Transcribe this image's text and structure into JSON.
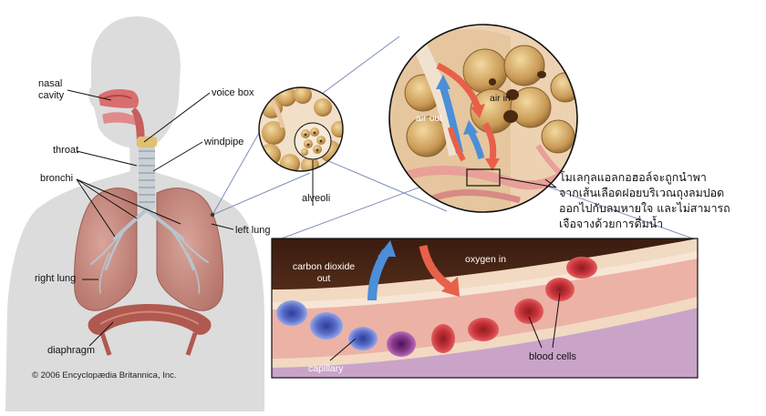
{
  "labels": {
    "nasal_cavity": [
      "nasal",
      "cavity"
    ],
    "voice_box": "voice box",
    "windpipe": "windpipe",
    "throat": "throat",
    "bronchi": "bronchi",
    "left_lung": "left lung",
    "right_lung": "right lung",
    "diaphragm": "diaphragm",
    "alveoli": "alveoli",
    "air_in": "air in",
    "air_out": "air out",
    "carbon_dioxide_out": [
      "carbon dioxide",
      "out"
    ],
    "oxygen_in": "oxygen in",
    "capillary": "capillary",
    "blood_cells": "blood cells"
  },
  "note_lines": [
    "โมเลกุลแอลกอฮอล์จะถูกนำพา",
    "จากเส้นเลือดฝอยบริเวณถุงลมปอด",
    "ออกไปกับลมหายใจ และไม่สามารถ",
    "เจือจางด้วยการดื่มน้ำ"
  ],
  "copyright": "© 2006 Encyclopædia Britannica, Inc.",
  "colors": {
    "body_silhouette": "#d9d9d9",
    "lung_tissue": "#c98d80",
    "diaphragm": "#b0594f",
    "alveoli_tan": "#c8a060",
    "capillary_pink": "#e8a098",
    "blood_red": "#c8343a",
    "blood_blue": "#5a6ec8",
    "blood_purple": "#8a3a8c",
    "arrow_blue": "#4a8fd8",
    "arrow_red": "#e8604a",
    "vessel_brown": "#6b3a22"
  }
}
